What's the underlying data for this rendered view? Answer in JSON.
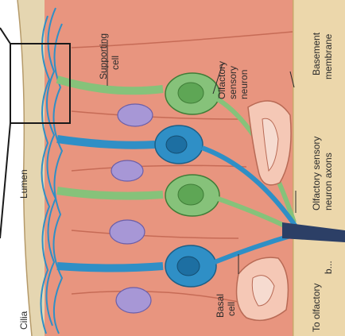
{
  "labels": {
    "supporting_cell_1": "Supporting",
    "supporting_cell_2": "cell",
    "olfactory_sensory_neuron_1": "Olfactory",
    "olfactory_sensory_neuron_2": "sensory",
    "olfactory_sensory_neuron_3": "neuron",
    "basement_membrane_1": "Basement",
    "basement_membrane_2": "membrane",
    "lumen": "Lumen",
    "neuron_axons_1": "Olfactory sensory",
    "neuron_axons_2": "neuron axons",
    "cilia": "Cilia",
    "basal_cell_1": "Basal",
    "basal_cell_2": "cell",
    "to_olfactory_1": "To olfactory",
    "to_olfactory_2": "b..."
  },
  "colors": {
    "tissue": "#e8957f",
    "tissue_dark": "#d8735e",
    "connective": "#ebd5a8",
    "lumen": "#e7d9b4",
    "supporting_cell": "#86c27a",
    "sensory_neuron": "#2f8fc6",
    "nucleus_purple": "#9d8fd0",
    "basal_cell": "#f4c6b4",
    "outline": "#2b2b2b"
  }
}
